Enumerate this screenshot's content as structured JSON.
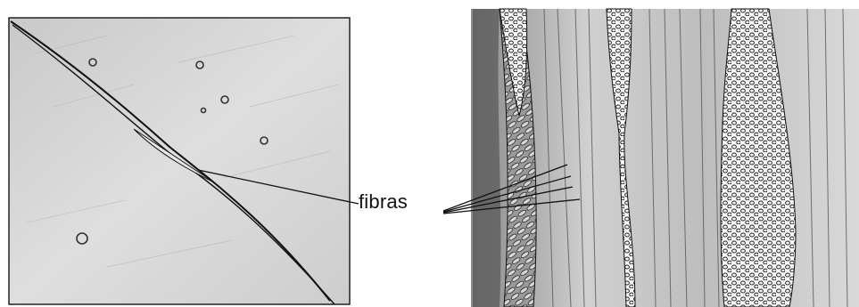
{
  "annotation": {
    "label": "fibras"
  },
  "panels": [
    {
      "id": "left",
      "description_icon": "fiber-longitudinal-sketch-icon"
    },
    {
      "id": "right",
      "description_icon": "fiber-cross-section-sketch-icon"
    }
  ],
  "colors": {
    "ink": "#1a1a1a",
    "paper": "#ffffff",
    "shade": "#cfcfcf"
  }
}
